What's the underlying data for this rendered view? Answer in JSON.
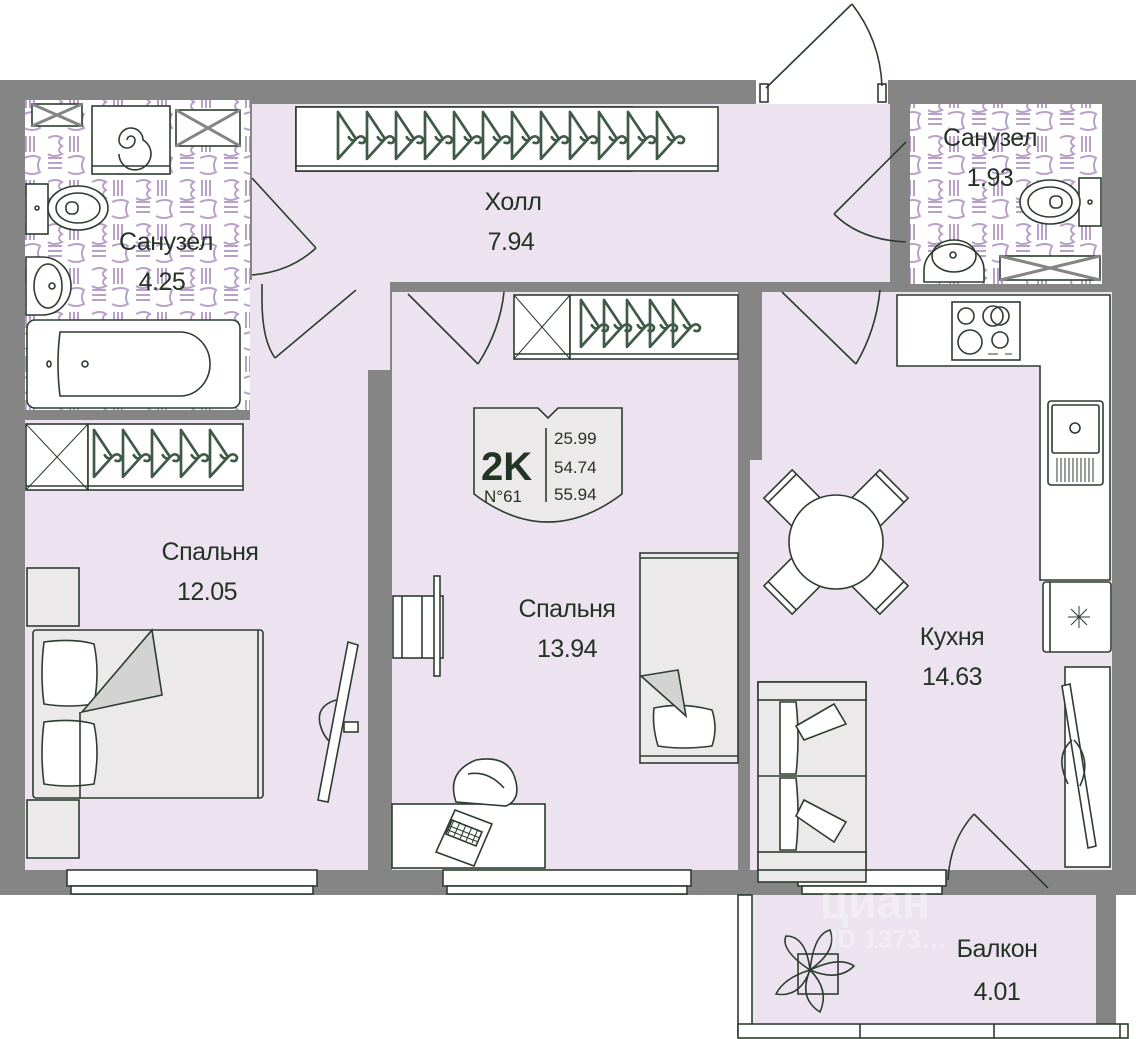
{
  "plan": {
    "apartment_type": "2K",
    "apartment_number": "N°61",
    "areas": {
      "living": "25.99",
      "total": "54.74",
      "total_with_balcony": "55.94"
    },
    "rooms": [
      {
        "id": "bathroom-1",
        "name": "Санузел",
        "area": "4.25"
      },
      {
        "id": "hall",
        "name": "Холл",
        "area": "7.94"
      },
      {
        "id": "bathroom-2",
        "name": "Санузел",
        "area": "1.93"
      },
      {
        "id": "bedroom-1",
        "name": "Спальня",
        "area": "12.05"
      },
      {
        "id": "bedroom-2",
        "name": "Спальня",
        "area": "13.94"
      },
      {
        "id": "kitchen",
        "name": "Кухня",
        "area": "14.63"
      },
      {
        "id": "balcony",
        "name": "Балкон",
        "area": "4.01"
      }
    ],
    "icons": [
      "bathtub-icon",
      "toilet-icon",
      "sink-icon",
      "washing-machine-icon",
      "wardrobe-icon",
      "hanger-icon",
      "stove-icon",
      "fridge-icon",
      "dining-table-icon",
      "bed-icon",
      "desk-icon",
      "laptop-icon",
      "sofa-icon",
      "tv-icon",
      "plant-icon",
      "door-icon",
      "window-icon"
    ],
    "colors": {
      "wall": "#858585",
      "floor": "#ece2f0",
      "text": "#233324",
      "furniture_stroke": "#2d3d2f",
      "tile_pattern": "#b9a0c8"
    },
    "watermark": {
      "brand": "циан",
      "id": "ID 1373…"
    }
  }
}
